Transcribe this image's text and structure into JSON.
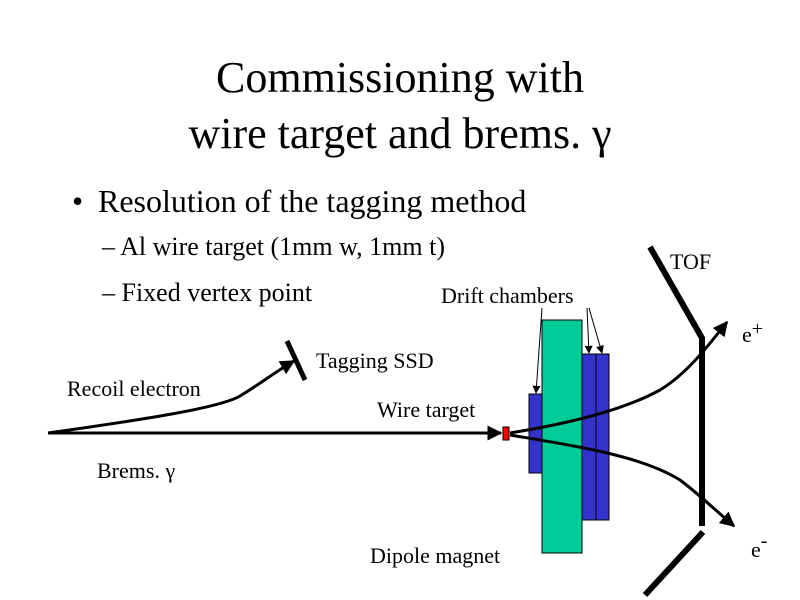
{
  "slide": {
    "title_line1": "Commissioning with",
    "title_line2": "wire target and brems. γ",
    "bullet": {
      "marker": "•",
      "text": "Resolution of the tagging method"
    },
    "sub_bullets": [
      {
        "marker": "–",
        "text": "Al wire target (1mm w, 1mm t)"
      },
      {
        "marker": "–",
        "text": "Fixed vertex point"
      }
    ]
  },
  "diagram": {
    "labels": {
      "tof": "TOF",
      "drift_chambers": "Drift chambers",
      "e_plus_base": "e",
      "e_plus_sup": "+",
      "tagging_ssd": "Tagging SSD",
      "recoil_electron": "Recoil electron",
      "wire_target": "Wire target",
      "brems_gamma": "Brems. γ",
      "e_minus_base": "e",
      "e_minus_sup": "-",
      "dipole_magnet": "Dipole magnet"
    },
    "colors": {
      "magnet": "#00CC99",
      "chamber": "#3333CC",
      "target": "#FF0000",
      "line": "#000000"
    }
  }
}
